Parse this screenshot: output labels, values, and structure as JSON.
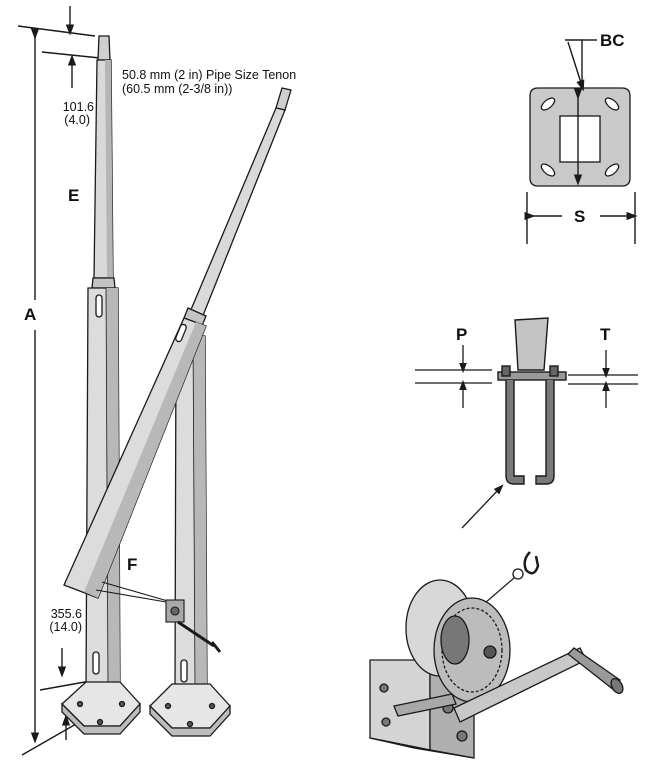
{
  "labels": {
    "tenon_line1": "50.8 mm (2 in) Pipe Size Tenon",
    "tenon_line2": "(60.5 mm (2-3/8 in))",
    "dim_top_mm": "101.6",
    "dim_top_in": "(4.0)",
    "dim_bottom_mm": "355.6",
    "dim_bottom_in": "(14.0)",
    "A": "A",
    "E": "E",
    "F": "F",
    "BC": "BC",
    "S": "S",
    "P": "P",
    "T": "T"
  },
  "colors": {
    "line": "#1a1a1a",
    "pole_fill": "#d9d9d9",
    "pole_shade": "#b5b5b5",
    "base_fill": "#e6e6e6"
  }
}
